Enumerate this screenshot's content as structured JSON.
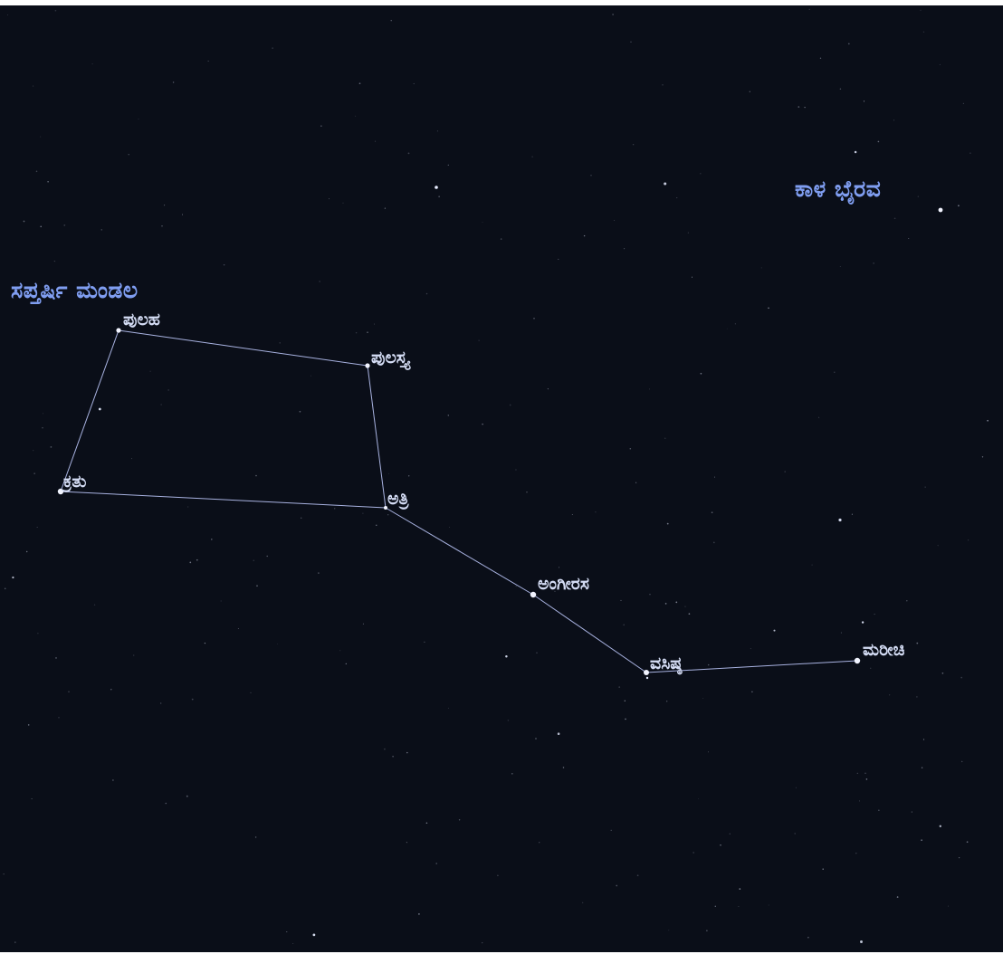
{
  "sky": {
    "background": "#0a0e18",
    "constellation_line_color": "#a8b2e0",
    "constellation_label_color": "#7f9df0",
    "star_label_color": "#d4dcf4"
  },
  "constellations": {
    "saptarishi": "ಸಪ್ತರ್ಷಿ ಮಂಡಲ",
    "kala_bhairava": "ಕಾಳ ಭೈರವ"
  },
  "stars": {
    "pulaha": "ಪುಲಹ",
    "pulastya": "ಪುಲಸ್ತ್ಯ",
    "kratu": "ಕ್ರತು",
    "atri": "ಅತ್ರಿ",
    "angirasa": "ಅಂಗೀರಸ",
    "vasishtha": "ವಸಿಷ್ಠ",
    "marichi": "ಮರೀಚಿ"
  }
}
